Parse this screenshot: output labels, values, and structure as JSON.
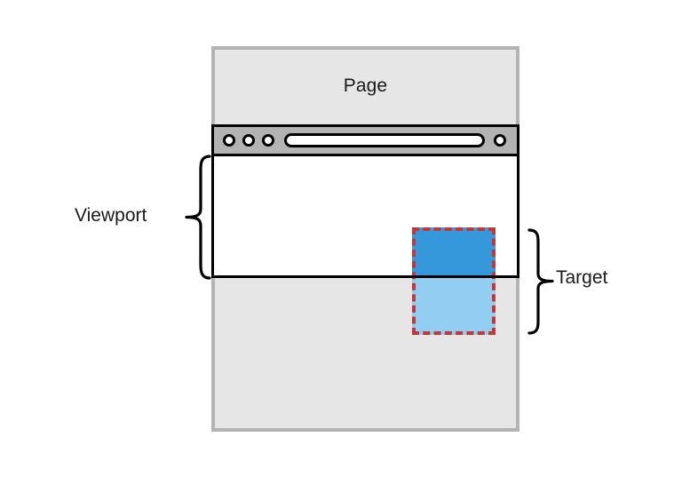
{
  "diagram": {
    "title": "Page",
    "kind": "viewport-clipping-diagram",
    "background_color": "#ffffff"
  },
  "page": {
    "label": "Page",
    "fill_color": "#e6e6e6",
    "border_color": "#b3b3b3"
  },
  "browser_chrome": {
    "bar_color": "#b3b3b3",
    "outline_color": "#000000",
    "buttons": [
      {
        "name": "chrome-dot-1",
        "shape": "circle"
      },
      {
        "name": "chrome-dot-2",
        "shape": "circle"
      },
      {
        "name": "chrome-dot-3",
        "shape": "circle"
      }
    ],
    "address_bar": {
      "value": "",
      "placeholder": "",
      "shape": "pill"
    },
    "right_button": {
      "name": "chrome-dot-4",
      "shape": "circle"
    }
  },
  "viewport": {
    "label": "Viewport",
    "fill_color": "#ffffff",
    "outline_color": "#000000"
  },
  "target": {
    "label": "Target",
    "inside_viewport_color": "#3498db",
    "outside_viewport_color": "#92cdf2",
    "outline_color": "#cc3333",
    "outline_style": "dashed"
  },
  "annotations": {
    "left_brace": {
      "name": "viewport-brace",
      "direction": "opens-right"
    },
    "right_brace": {
      "name": "target-brace",
      "direction": "opens-left"
    }
  }
}
